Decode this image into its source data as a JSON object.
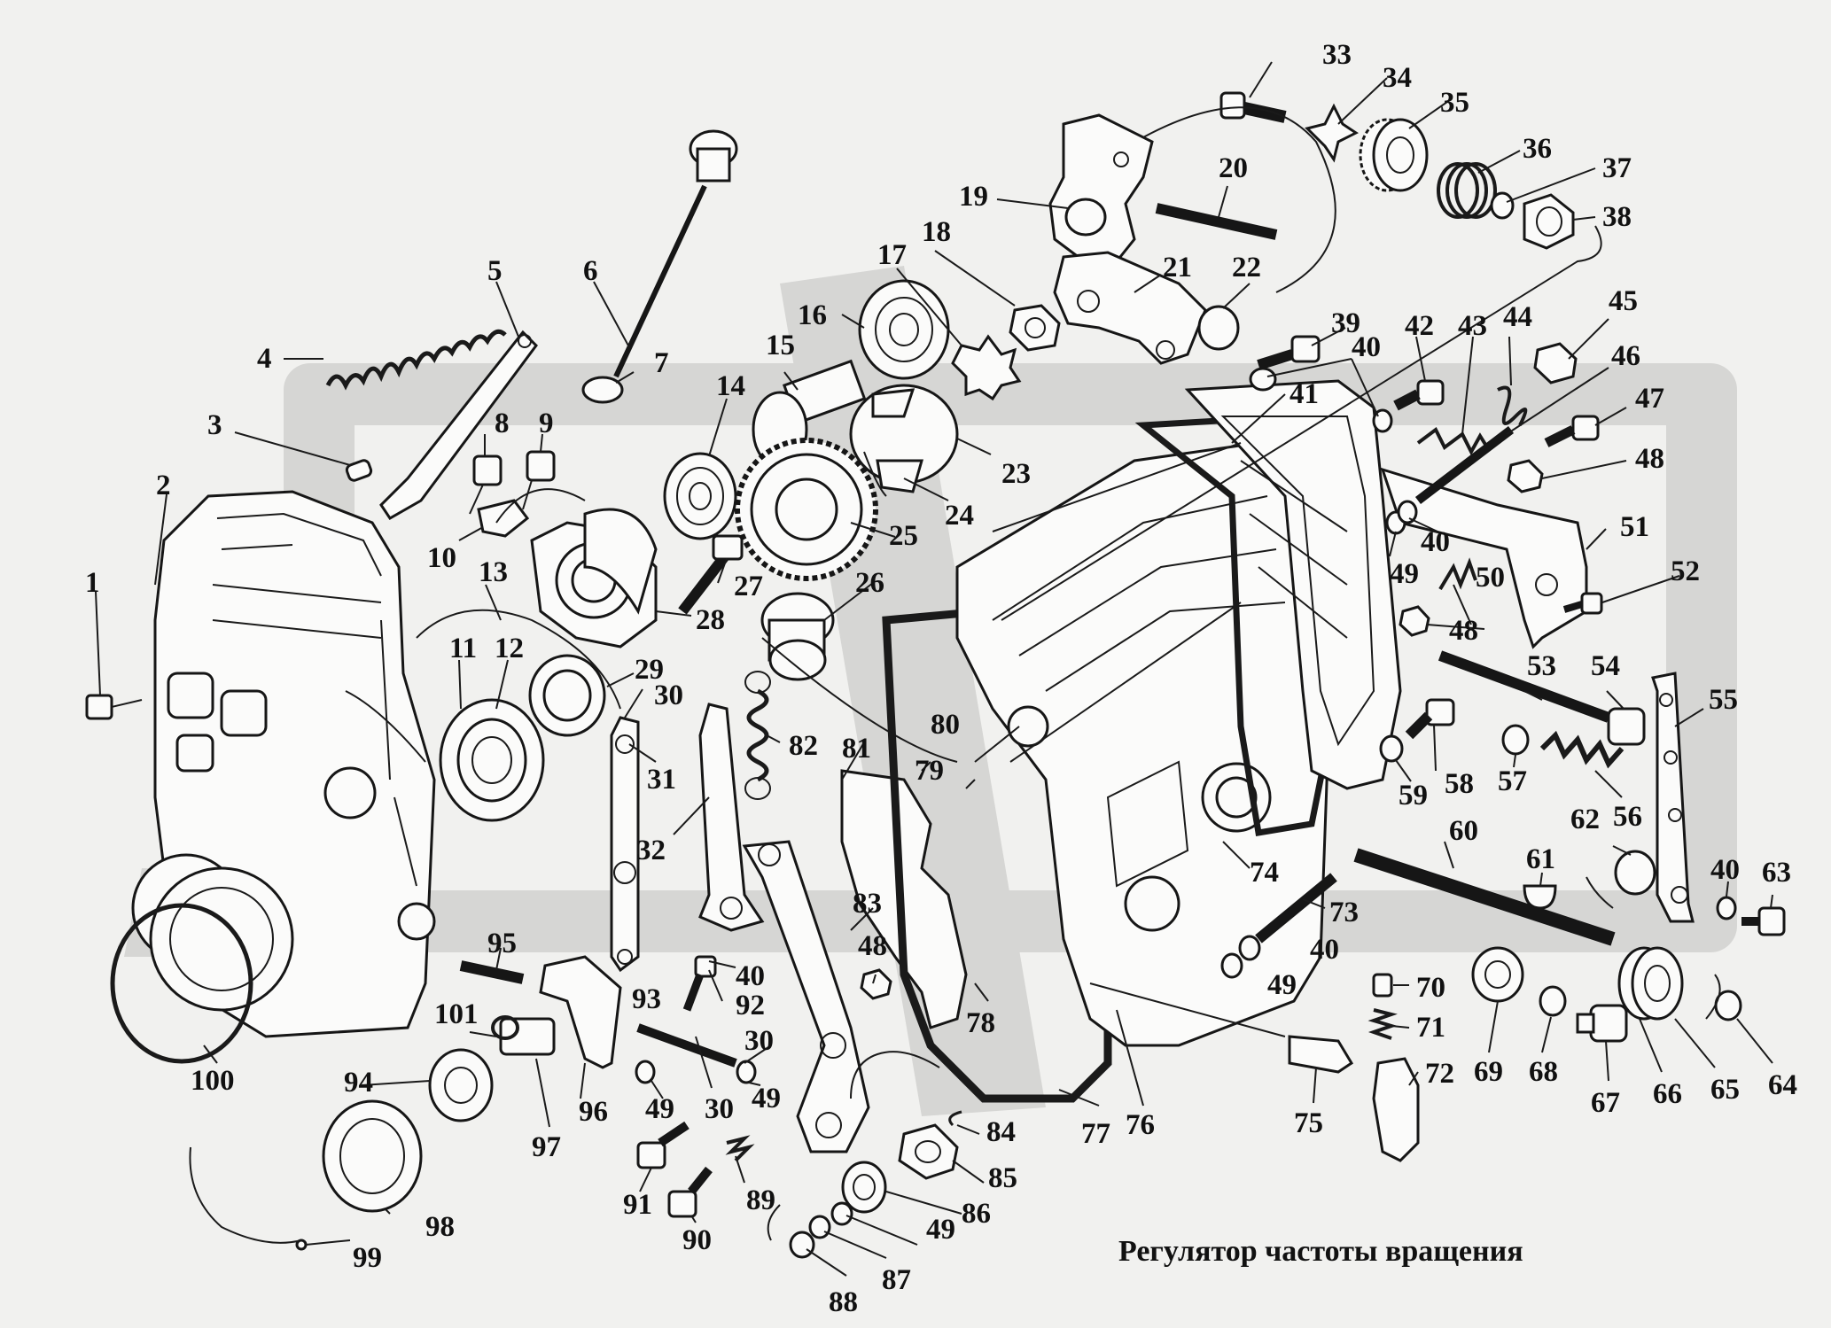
{
  "caption": "Регулятор частоты вращения",
  "labels": [
    "1",
    "2",
    "3",
    "4",
    "5",
    "6",
    "7",
    "8",
    "9",
    "10",
    "11",
    "12",
    "13",
    "14",
    "15",
    "16",
    "17",
    "18",
    "19",
    "20",
    "21",
    "22",
    "23",
    "24",
    "25",
    "26",
    "27",
    "28",
    "29",
    "30",
    "31",
    "32",
    "33",
    "34",
    "35",
    "36",
    "37",
    "38",
    "39",
    "40",
    "41",
    "42",
    "43",
    "44",
    "45",
    "46",
    "47",
    "48",
    "49",
    "50",
    "51",
    "52",
    "53",
    "54",
    "55",
    "56",
    "57",
    "58",
    "59",
    "60",
    "61",
    "62",
    "63",
    "64",
    "65",
    "66",
    "67",
    "68",
    "69",
    "70",
    "71",
    "72",
    "73",
    "74",
    "75",
    "76",
    "77",
    "78",
    "79",
    "80",
    "81",
    "82",
    "83",
    "84",
    "85",
    "86",
    "87",
    "88",
    "89",
    "90",
    "91",
    "92",
    "93",
    "94",
    "95",
    "96",
    "97",
    "98",
    "99",
    "100",
    "101"
  ]
}
